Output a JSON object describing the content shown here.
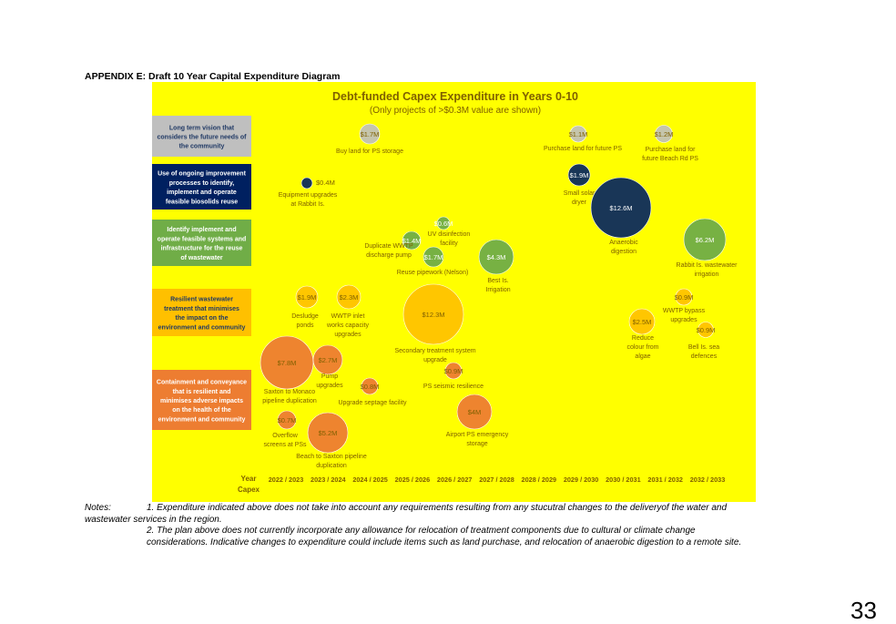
{
  "heading": "APPENDIX E: Draft 10 Year Capital Expenditure Diagram",
  "notes": {
    "label": "Notes:",
    "note1_a": "1. Expenditure indicated above does not take into account any requirements resulting from any stucutral changes to the deliveryof the  water and",
    "note1_b": "wastewater services in the region.",
    "note2_a": "2. The plan above does not currently incorporate any allowance for relocation of treatment components due to cultural or climate change",
    "note2_b": "considerations. Indicative changes to expenditure could include items such as land purchase, and relocation of anaerobic digestion to a remote site."
  },
  "page_number": "33",
  "chart_data": {
    "type": "scatter",
    "title": "Debt-funded Capex Expenditure in Years 0-10",
    "subtitle": "(Only projects of >$0.3M value are shown)",
    "background": "#ffff00",
    "xlabel": "Year Capex",
    "x_categories": [
      "2022 / 2023",
      "2023 / 2024",
      "2024 / 2025",
      "2025 / 2026",
      "2026 / 2027",
      "2027 / 2028",
      "2028 / 2029",
      "2029 / 2030",
      "2030 / 2031",
      "2031 / 2032",
      "2032 / 2033"
    ],
    "series": [
      {
        "color": "#bfbfbf",
        "label": "Long term vision that considers the future needs of the community",
        "text_color": "#1f3864"
      },
      {
        "color": "#002060",
        "label": "Use of ongoing improvement processes to identify, implement and operate feasible biosolids reuse",
        "text_color": "#ffffff"
      },
      {
        "color": "#70ad47",
        "label": "Identify implement and operate feasible systems and infrastructure for the reuse of wastewater",
        "text_color": "#ffffff"
      },
      {
        "color": "#ffc000",
        "label": "Resilient wastewater treatment that minimises the impact on the environment and community",
        "text_color": "#1f3864"
      },
      {
        "color": "#ed7d31",
        "label": "Containment and conveyance that is resilient and minimises adverse impacts on the health of the environment and community",
        "text_color": "#ffffff"
      }
    ],
    "projects": [
      {
        "series": 0,
        "value_label": "$1.7M",
        "value": 1.7,
        "name": "Buy land for PS storage"
      },
      {
        "series": 0,
        "value_label": "$1.1M",
        "value": 1.1,
        "name": "Purchase land for future PS"
      },
      {
        "series": 0,
        "value_label": "$1.2M",
        "value": 1.2,
        "name": "Purchase land for future Beach Rd PS"
      },
      {
        "series": 1,
        "value_label": "$0.4M",
        "value": 0.4,
        "name": "Equipment upgrades at Rabbit Is."
      },
      {
        "series": 1,
        "value_label": "$1.9M",
        "value": 1.9,
        "name": "Small solar dryer"
      },
      {
        "series": 1,
        "value_label": "$12.6M",
        "value": 12.6,
        "name": "Anaerobic digestion"
      },
      {
        "series": 2,
        "value_label": "$0.6M",
        "value": 0.6,
        "name": "UV disinfection facility"
      },
      {
        "series": 2,
        "value_label": "$1.4M",
        "value": 1.4,
        "name": "Duplicate WWTP discharge pump"
      },
      {
        "series": 2,
        "value_label": "$1.7M",
        "value": 1.7,
        "name": "Reuse pipework (Nelson)"
      },
      {
        "series": 2,
        "value_label": "$4.3M",
        "value": 4.3,
        "name": "Best Is. Irrigation"
      },
      {
        "series": 2,
        "value_label": "$6.2M",
        "value": 6.2,
        "name": "Rabbit Is. wastewater irrigation"
      },
      {
        "series": 3,
        "value_label": "$1.9M",
        "value": 1.9,
        "name": "Desludge ponds"
      },
      {
        "series": 3,
        "value_label": "$2.3M",
        "value": 2.3,
        "name": "WWTP inlet works capacity upgrades"
      },
      {
        "series": 3,
        "value_label": "$12.3M",
        "value": 12.3,
        "name": "Secondary treatment system upgrade"
      },
      {
        "series": 3,
        "value_label": "$0.9M",
        "value": 0.9,
        "name": "WWTP bypass upgrades"
      },
      {
        "series": 3,
        "value_label": "$2.5M",
        "value": 2.5,
        "name": "Reduce colour from algae"
      },
      {
        "series": 3,
        "value_label": "$0.9M",
        "value": 0.9,
        "name": "Bell Is. sea defences"
      },
      {
        "series": 4,
        "value_label": "$7.8M",
        "value": 7.8,
        "name": "Saxton to Monaco pipeline duplication"
      },
      {
        "series": 4,
        "value_label": "$2.7M",
        "value": 2.7,
        "name": "Pump upgrades"
      },
      {
        "series": 4,
        "value_label": "$0.8M",
        "value": 0.8,
        "name": "Upgrade septage facility"
      },
      {
        "series": 4,
        "value_label": "$0.9M",
        "value": 0.9,
        "name": "PS seismic resilience"
      },
      {
        "series": 4,
        "value_label": "$4M",
        "value": 4.0,
        "name": "Airport PS emergency storage"
      },
      {
        "series": 4,
        "value_label": "$0.7M",
        "value": 0.7,
        "name": "Overflow screens at PSs"
      },
      {
        "series": 4,
        "value_label": "$5.2M",
        "value": 5.2,
        "name": "Beach to Saxton pipeline duplication"
      }
    ]
  }
}
